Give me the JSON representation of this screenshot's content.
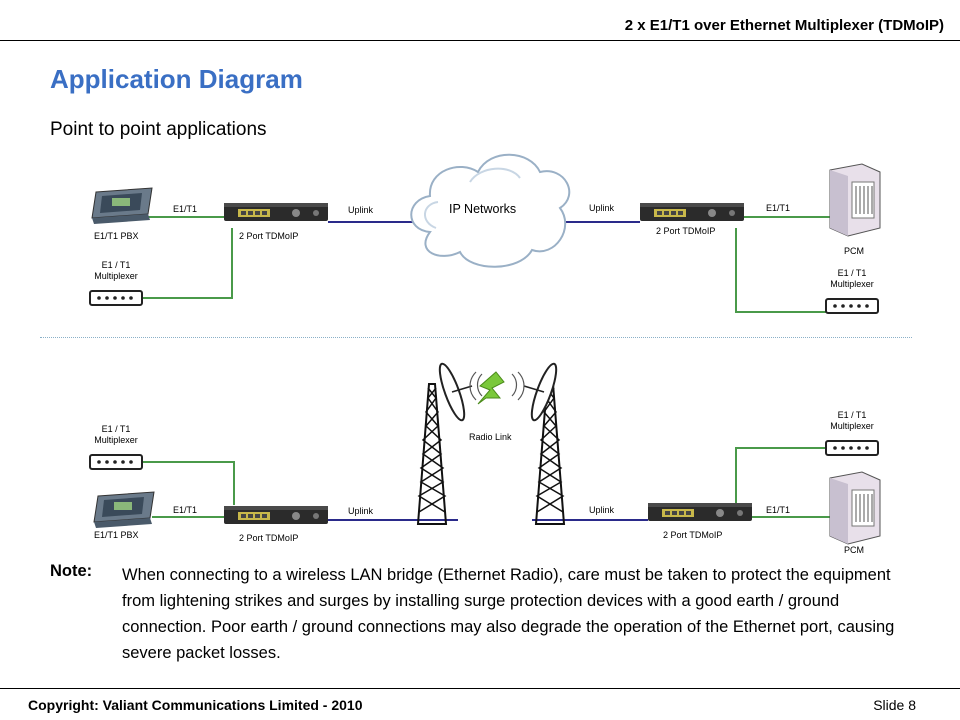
{
  "header": {
    "title": "2 x E1/T1 over Ethernet Multiplexer (TDMoIP)"
  },
  "page": {
    "title": "Application Diagram",
    "subtitle": "Point to point applications"
  },
  "top_diagram": {
    "e1t1_left": "E1/T1",
    "pbx": "E1/T1 PBX",
    "tdmoip_left": "2 Port TDMoIP",
    "uplink_left": "Uplink",
    "cloud": "IP Networks",
    "uplink_right": "Uplink",
    "tdmoip_right": "2 Port TDMoIP",
    "e1t1_right": "E1/T1",
    "pcm": "PCM",
    "mux_left_1": "E1 / T1",
    "mux_left_2": "Multiplexer",
    "mux_right_1": "E1 / T1",
    "mux_right_2": "Multiplexer"
  },
  "bottom_diagram": {
    "mux_left_1": "E1 / T1",
    "mux_left_2": "Multiplexer",
    "radio_link": "Radio Link",
    "mux_right_1": "E1 / T1",
    "mux_right_2": "Multiplexer",
    "e1t1_left": "E1/T1",
    "pbx": "E1/T1 PBX",
    "uplink_left": "Uplink",
    "tdmoip_left": "2 Port TDMoIP",
    "uplink_right": "Uplink",
    "tdmoip_right": "2 Port TDMoIP",
    "e1t1_right": "E1/T1",
    "pcm": "PCM"
  },
  "note": {
    "label": "Note:",
    "text": "When connecting to a wireless LAN bridge (Ethernet Radio), care must be taken to protect the equipment from lightening strikes and surges by installing surge protection devices with a good earth / ground connection. Poor earth / ground connections may also degrade the operation of the Ethernet port, causing severe packet losses."
  },
  "footer": {
    "copyright": "Copyright: Valiant Communications Limited - 2010",
    "slide": "Slide 8"
  },
  "colors": {
    "title": "#3a6fc4",
    "e1_line": "#4a9a4a",
    "uplink_line": "#2a2a8a"
  }
}
